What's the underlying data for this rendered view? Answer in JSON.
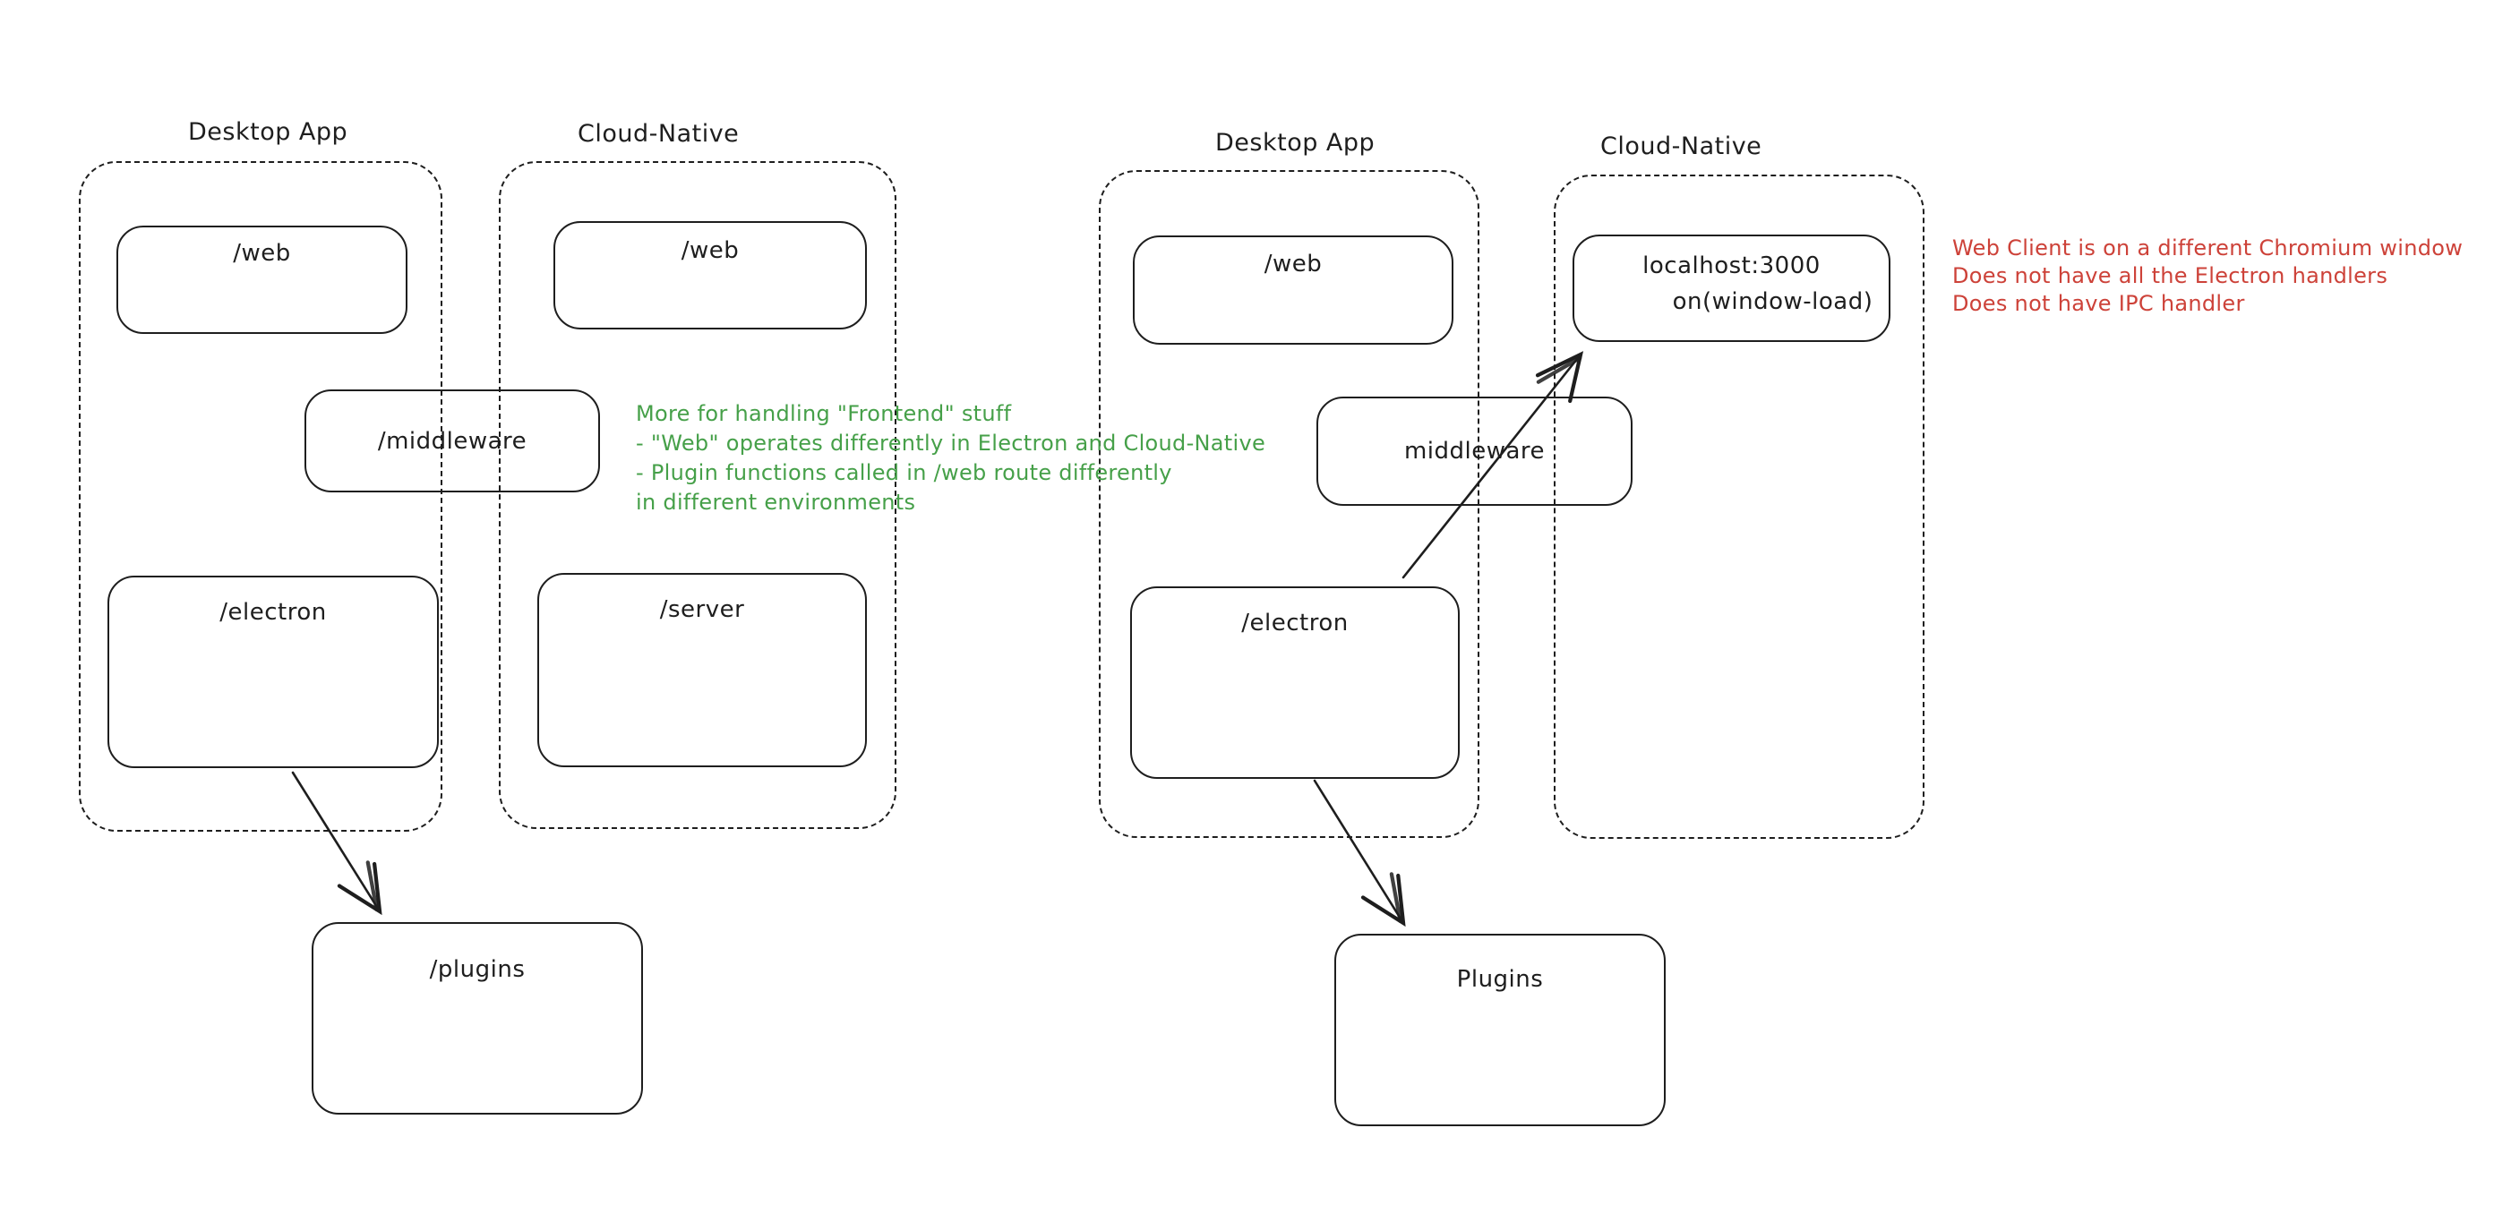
{
  "diagram": {
    "colors": {
      "ink": "#1e1e1e",
      "green": "#46a049",
      "red": "#cd4239",
      "background": "#ffffff"
    },
    "left": {
      "desktop": {
        "title": "Desktop App",
        "web": "/web",
        "middleware": "/middleware",
        "electron": "/electron"
      },
      "cloud": {
        "title": "Cloud-Native",
        "web": "/web",
        "server": "/server"
      },
      "plugins": "/plugins"
    },
    "right": {
      "desktop": {
        "title": "Desktop App",
        "web": "/web",
        "middleware": "middleware",
        "electron": "/electron"
      },
      "cloud": {
        "title": "Cloud-Native",
        "localhost": "localhost:3000",
        "localhost_event": "on(window-load)"
      },
      "plugins": "Plugins"
    },
    "notes": {
      "green": {
        "line1": "More for handling \"Frontend\" stuff",
        "line2": "- \"Web\" operates differently in Electron and Cloud-Native",
        "line3": "- Plugin functions called in /web route differently",
        "line4": "in different environments"
      },
      "red": {
        "line1": "Web Client is on a different Chromium window",
        "line2": "Does not have all the Electron handlers",
        "line3": "Does not have IPC handler"
      }
    }
  }
}
